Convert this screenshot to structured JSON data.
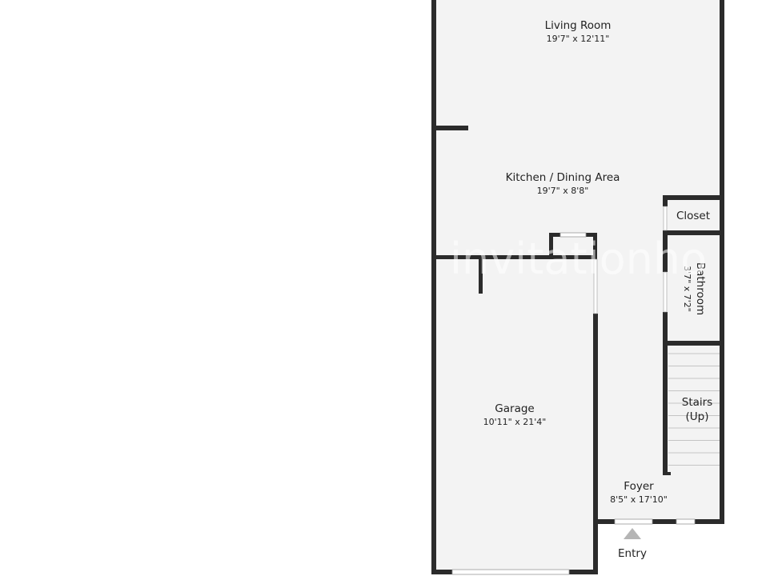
{
  "colors": {
    "wall": "#2b2b2b",
    "floor": "#f3f3f3",
    "background": "#ffffff",
    "window": "#ffffff",
    "entry_marker": "#b5b5b5"
  },
  "rooms": {
    "living": {
      "name": "Living Room",
      "dims": "19'7\" x 12'11\""
    },
    "kitchen": {
      "name": "Kitchen / Dining Area",
      "dims": "19'7\" x 8'8\""
    },
    "closet": {
      "name": "Closet"
    },
    "bathroom": {
      "name": "Bathroom",
      "dims": "3'7\" x 7'2\""
    },
    "stairs": {
      "name_line1": "Stairs",
      "name_line2": "(Up)"
    },
    "garage": {
      "name": "Garage",
      "dims": "10'11\" x 21'4\""
    },
    "foyer": {
      "name": "Foyer",
      "dims": "8'5\" x 17'10\""
    }
  },
  "entry": {
    "label": "Entry"
  },
  "watermark": {
    "text": "invitationho"
  }
}
